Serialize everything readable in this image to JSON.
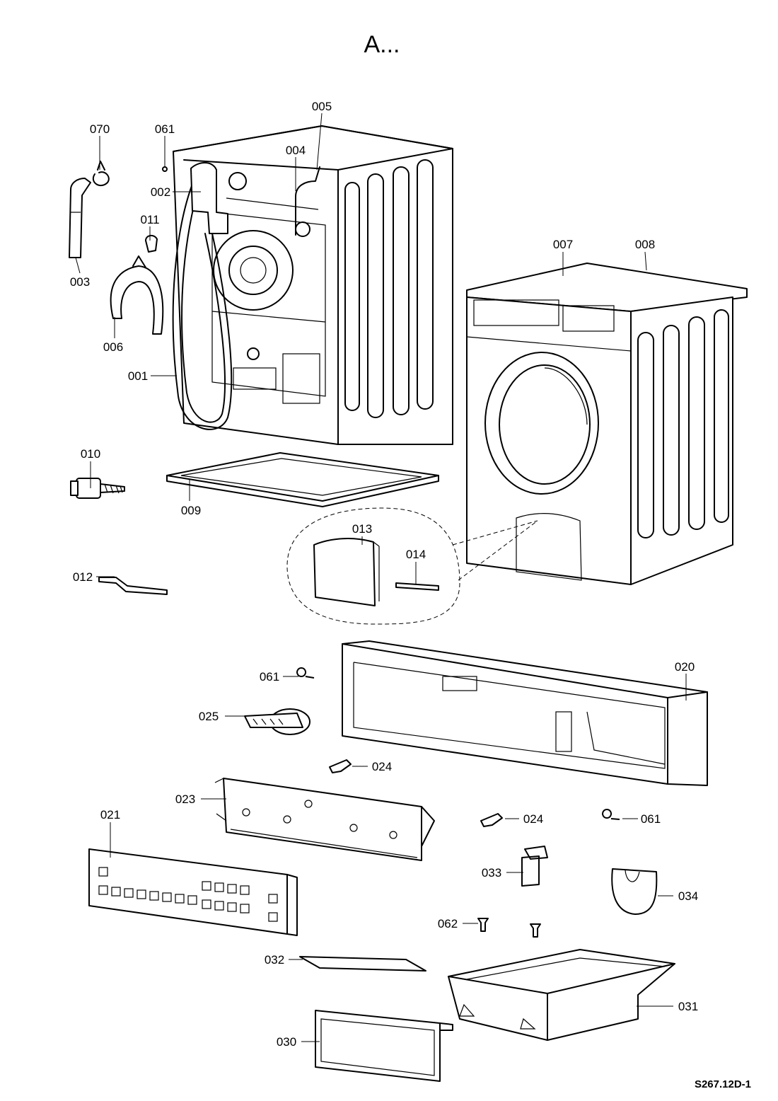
{
  "diagram": {
    "title": "A...",
    "drawing_code": "S267.12D-1",
    "labels": {
      "p001": "001",
      "p002": "002",
      "p003": "003",
      "p004": "004",
      "p005": "005",
      "p006": "006",
      "p007": "007",
      "p008": "008",
      "p009": "009",
      "p010": "010",
      "p011": "011",
      "p012": "012",
      "p013": "013",
      "p014": "014",
      "p020": "020",
      "p021": "021",
      "p023": "023",
      "p024a": "024",
      "p024b": "024",
      "p025": "025",
      "p030": "030",
      "p031": "031",
      "p032": "032",
      "p033": "033",
      "p034": "034",
      "p061a": "061",
      "p061b": "061",
      "p061c": "061",
      "p062": "062",
      "p070": "070"
    }
  }
}
